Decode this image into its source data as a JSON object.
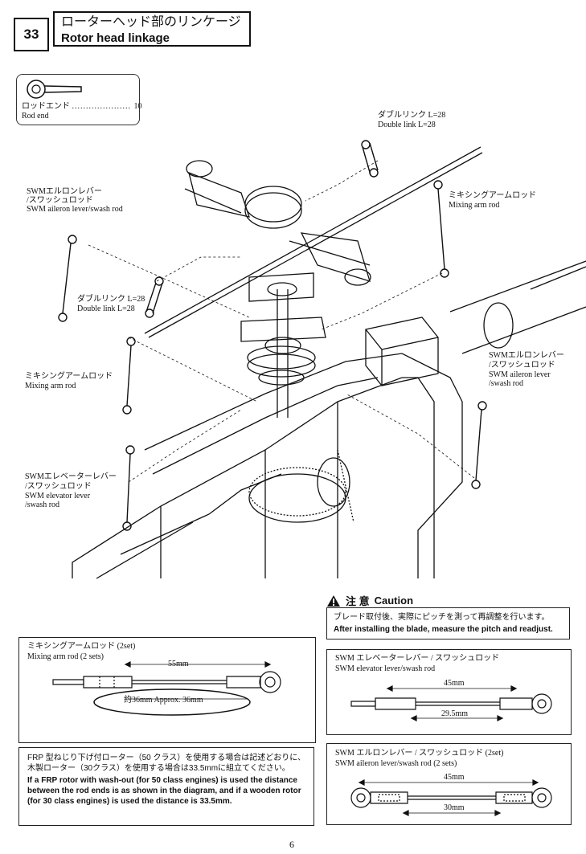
{
  "step": {
    "number": "33",
    "title_jp": "ローターヘッド部のリンケージ",
    "title_en": "Rotor head linkage"
  },
  "parts_box": {
    "name_jp": "ロッドエンド",
    "quantity": "10",
    "name_en": "Rod end"
  },
  "labels": {
    "double_link_top_jp": "ダブルリンク L=28",
    "double_link_top_en": "Double link L=28",
    "mixing_arm_right_jp": "ミキシングアームロッド",
    "mixing_arm_right_en": "Mixing arm rod",
    "swm_aileron_left_jp1": "SWMエルロンレバー",
    "swm_aileron_left_jp2": "/スワッシュロッド",
    "swm_aileron_left_en": "SWM aileron lever/swash rod",
    "double_link_mid_jp": "ダブルリンク L=28",
    "double_link_mid_en": "Double link L=28",
    "mixing_arm_left_jp": "ミキシングアームロッド",
    "mixing_arm_left_en": "Mixing arm rod",
    "swm_aileron_right_jp1": "SWMエルロンレバー",
    "swm_aileron_right_jp2": "/スワッシュロッド",
    "swm_aileron_right_en1": "SWM aileron lever",
    "swm_aileron_right_en2": "/swash rod",
    "swm_elevator_left_jp1": "SWMエレベーターレバー",
    "swm_elevator_left_jp2": "/スワッシュロッド",
    "swm_elevator_left_en1": "SWM elevator lever",
    "swm_elevator_left_en2": "/swash rod"
  },
  "caution": {
    "heading_jp": "注 意",
    "heading_en": "Caution",
    "text_jp": "ブレード取付後、実際にピッチを測って再調整を行います。",
    "text_en": "After installing the blade, measure the pitch and readjust."
  },
  "mixing_rod_box": {
    "title_jp": "ミキシングアームロッド (2set)",
    "title_en": "Mixing arm rod (2 sets)",
    "dim_total": "55mm",
    "dim_inner": "約36mm  Approx. 36mm"
  },
  "elevator_rod_box": {
    "title_jp": "SWM エレベーターレバー / スワッシュロッド",
    "title_en": "SWM elevator lever/swash rod",
    "dim_total": "45mm",
    "dim_inner": "29.5mm"
  },
  "aileron_rod_box": {
    "title_jp": "SWM エルロンレバー / スワッシュロッド (2set)",
    "title_en": "SWM aileron lever/swash rod (2 sets)",
    "dim_total": "45mm",
    "dim_inner": "30mm"
  },
  "note": {
    "text_jp": "FRP 型ねじり下げ付ローター（50 クラス）を使用する場合は記述どおりに、木製ローター（30クラス）を使用する場合は33.5mmに組立てください。",
    "text_en": "If a FRP rotor with wash-out (for 50 class engines) is used the distance between the rod ends is as shown in the diagram, and if a wooden rotor (for 30 class engines) is used the distance is 33.5mm."
  },
  "page_number": "6"
}
